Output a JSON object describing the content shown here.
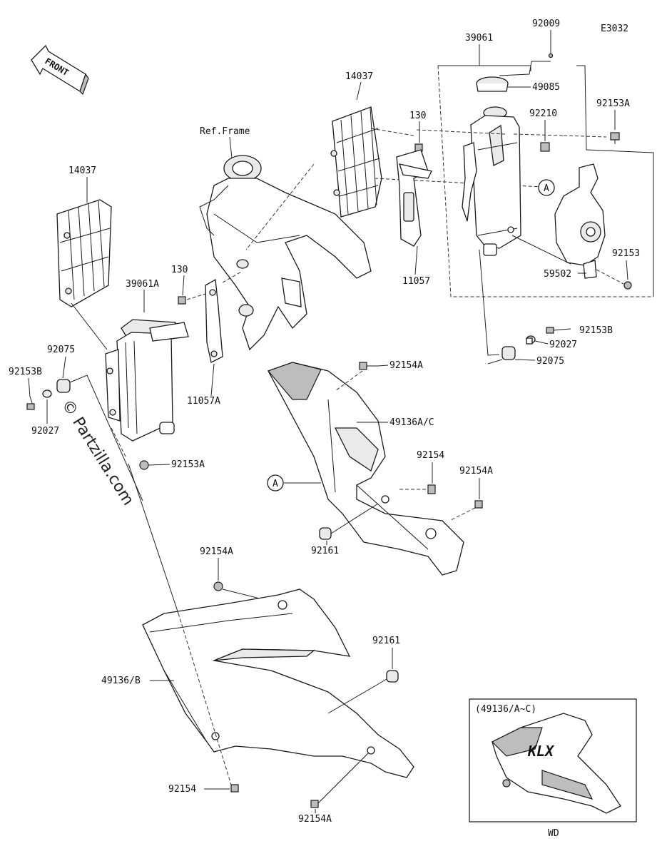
{
  "diagram_code": "E3032",
  "front_label": "FRONT",
  "ref_frame_label": "Ref.Frame",
  "watermark": "© Partzilla.com",
  "callout_a": "A",
  "inset": {
    "title": "(49136/A~C)",
    "caption": "WD",
    "logo_text": "KLX"
  },
  "parts": {
    "p_39061": "39061",
    "p_92009": "92009",
    "p_49085": "49085",
    "p_92153A_top": "92153A",
    "p_92210": "92210",
    "p_14037_right": "14037",
    "p_130_right": "130",
    "p_11057": "11057",
    "p_59502": "59502",
    "p_92153": "92153",
    "p_92153B_right": "92153B",
    "p_92027_right": "92027",
    "p_92075_right": "92075",
    "p_14037_left": "14037",
    "p_39061A": "39061A",
    "p_130_left": "130",
    "p_11057A": "11057A",
    "p_92075_left": "92075",
    "p_92153B_left": "92153B",
    "p_92027_left": "92027",
    "p_92153A_bottom": "92153A",
    "p_92154A_1": "92154A",
    "p_49136AC": "49136A/C",
    "p_92154_mid": "92154",
    "p_92154A_2": "92154A",
    "p_92161_mid": "92161",
    "p_92154A_3": "92154A",
    "p_92161_low": "92161",
    "p_49136B": "49136/B",
    "p_92154_low": "92154",
    "p_92154A_4": "92154A"
  }
}
